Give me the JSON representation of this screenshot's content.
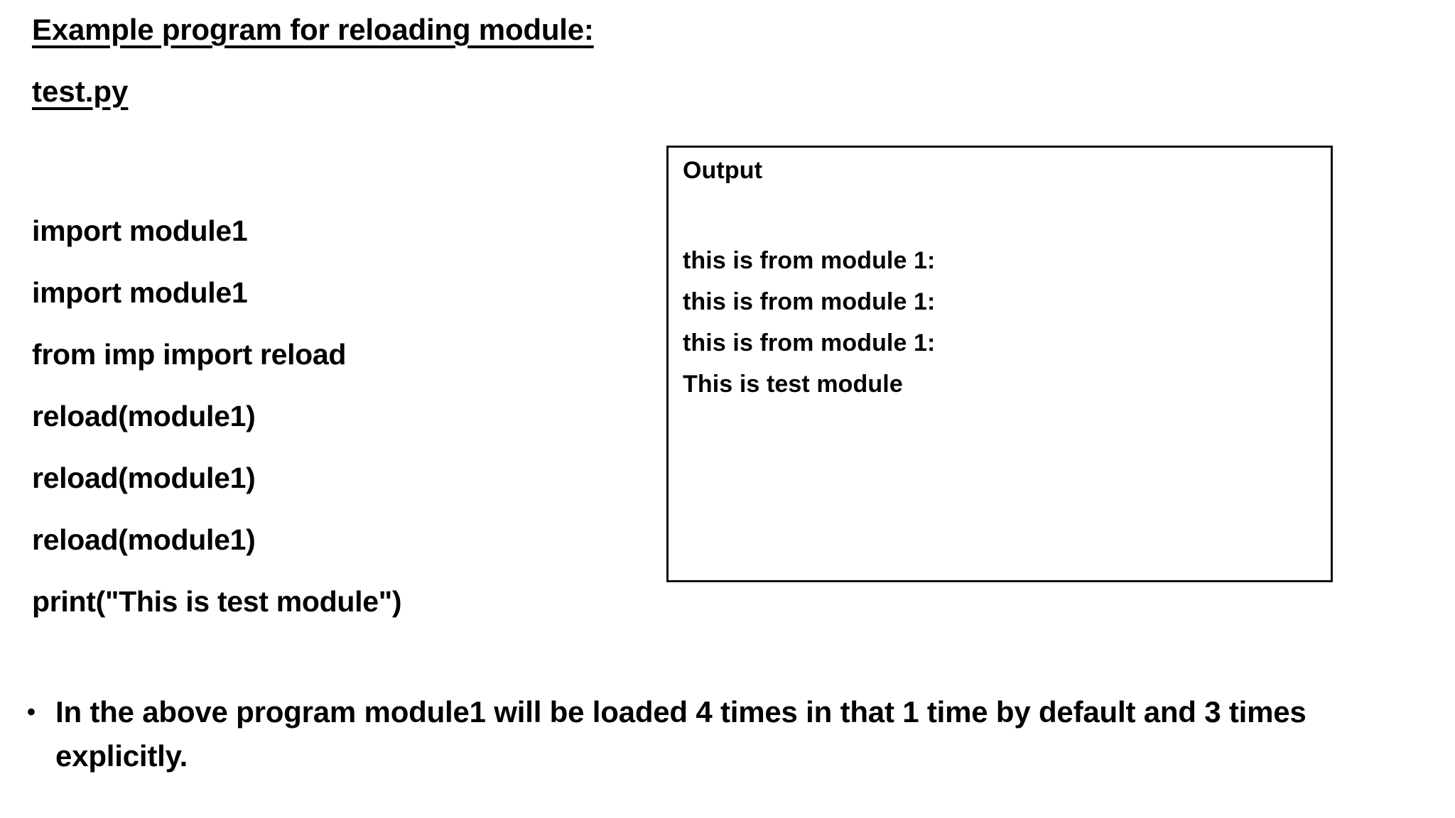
{
  "slide": {
    "title": "Example program for reloading module:",
    "subtitle": "test.py",
    "background_color": "#ffffff",
    "text_color": "#000000"
  },
  "code": {
    "filename": "test.py",
    "lines": [
      "import module1",
      "import module1",
      "from imp import reload",
      "reload(module1)",
      "reload(module1)",
      "reload(module1)",
      "print(\"This is test module\")"
    ]
  },
  "output_box": {
    "title": "Output",
    "border_color": "#0d0d0d",
    "lines": [
      "this is from module 1:",
      "this is from module 1:",
      "this is from module 1:",
      "This is test module"
    ]
  },
  "notes": {
    "items": [
      {
        "bullet": "•",
        "text": "In the above program module1 will be loaded 4 times in that 1 time by default and 3 times explicitly."
      }
    ]
  }
}
